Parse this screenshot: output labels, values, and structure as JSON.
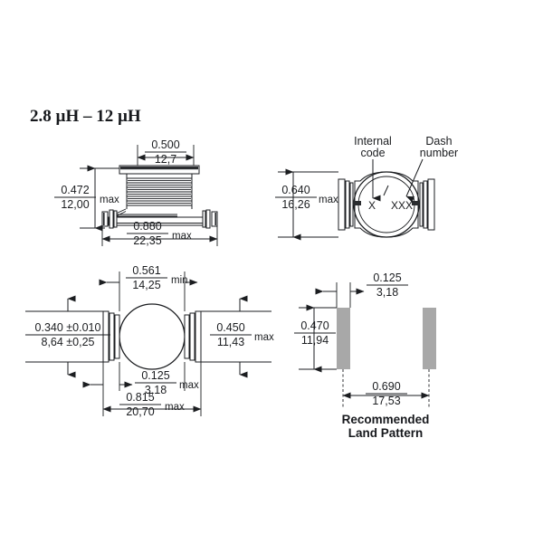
{
  "page": {
    "title": "2.8 µH – 12 µH",
    "background": "#ffffff",
    "ink": "#1b1d20",
    "pad_color": "#a8a8a8"
  },
  "views": {
    "side_view": {
      "name": "side-view",
      "dimensions": {
        "width_top": {
          "inch": "0.500",
          "mm": "12,7",
          "suffix": ""
        },
        "height": {
          "inch": "0.472",
          "mm": "12,00",
          "suffix": "max"
        },
        "width_overall": {
          "inch": "0.880",
          "mm": "22,35",
          "suffix": "max"
        }
      }
    },
    "top_view": {
      "name": "top-view",
      "dimensions": {
        "height": {
          "inch": "0.640",
          "mm": "16,26",
          "suffix": "max"
        }
      },
      "callouts": [
        {
          "label_line1": "Internal",
          "label_line2": "code",
          "marking": "X"
        },
        {
          "label_line1": "Dash",
          "label_line2": "number",
          "marking": "XXX"
        }
      ]
    },
    "bottom_view": {
      "name": "bottom-view",
      "dimensions": {
        "body_width": {
          "inch": "0.561",
          "mm": "14,25",
          "suffix": "min"
        },
        "body_height": {
          "inch": "0.340 ±0.010",
          "mm": "8,64 ±0,25",
          "suffix": ""
        },
        "terminal_height": {
          "inch": "0.450",
          "mm": "11,43",
          "suffix": "max"
        },
        "terminal_width": {
          "inch": "0.125",
          "mm": "3,18",
          "suffix": "max"
        },
        "overall_width": {
          "inch": "0.815",
          "mm": "20,70",
          "suffix": "max"
        }
      }
    },
    "land_pattern": {
      "name": "land-pattern",
      "caption_line1": "Recommended",
      "caption_line2": "Land Pattern",
      "dimensions": {
        "pad_width": {
          "inch": "0.125",
          "mm": "3,18",
          "suffix": ""
        },
        "pad_height": {
          "inch": "0.470",
          "mm": "11,94",
          "suffix": ""
        },
        "pad_gap": {
          "inch": "0.690",
          "mm": "17,53",
          "suffix": ""
        }
      }
    }
  }
}
